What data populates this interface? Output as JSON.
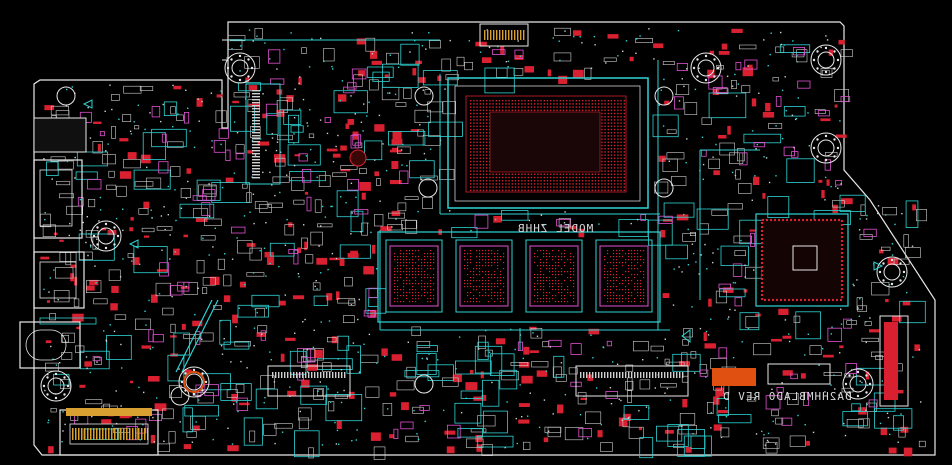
{
  "view": "pcb-layout-viewer",
  "board": {
    "model_text": "MODEL ZHHB",
    "revision_text": "DA2HHMBLAD0 REV D"
  },
  "colors": {
    "background": "#000000",
    "outline": "#e8e8e8",
    "silkscreen_cyan": "#2fd4d4",
    "pads_red": "#d82030",
    "traces_pink": "#e050d0",
    "vias_white": "#d0d0d0",
    "connector_gold": "#d8a030",
    "connector_orange": "#e05010"
  },
  "components": {
    "cpu": "bga-cpu-package",
    "memory_chips": 4,
    "controller_chip": "bga-controller",
    "mounting_holes": 9
  }
}
